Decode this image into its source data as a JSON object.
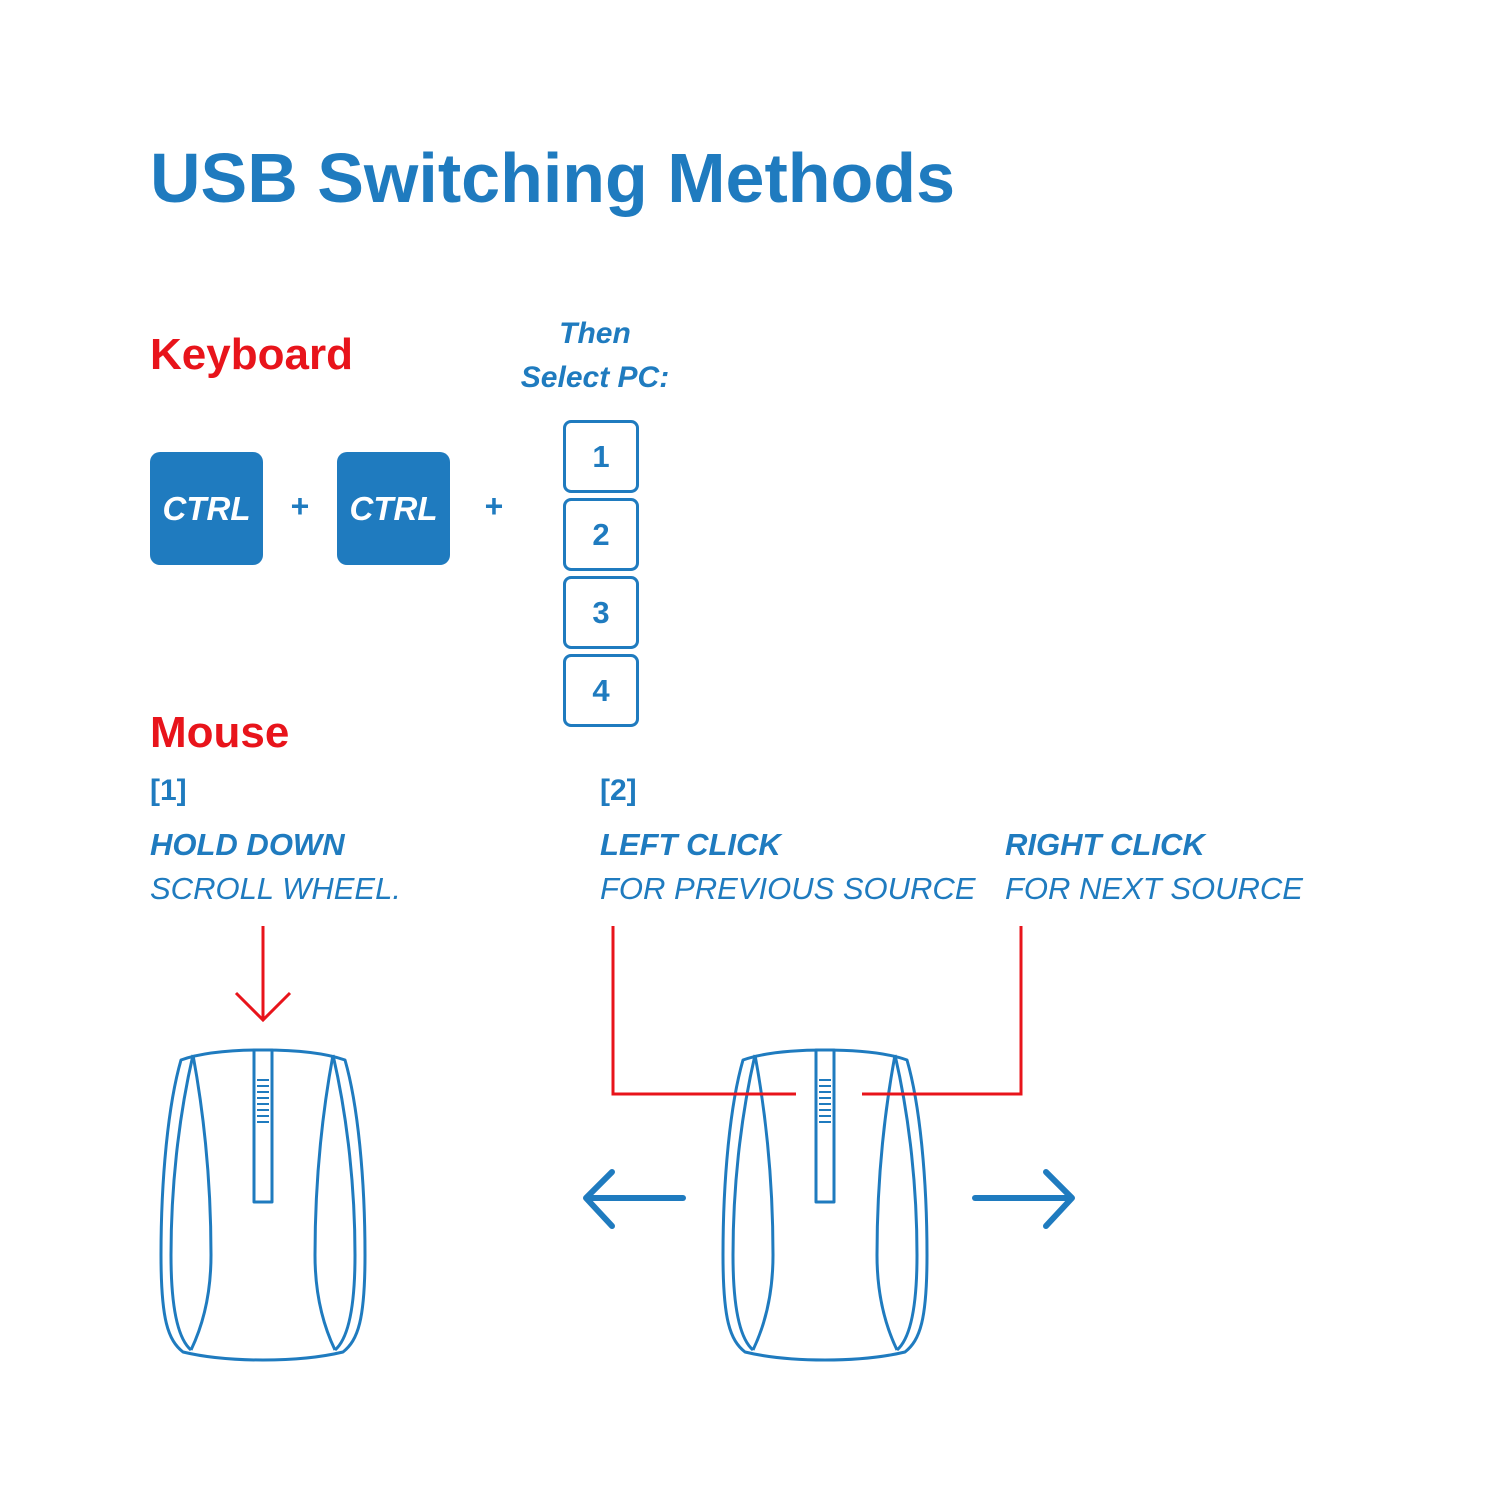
{
  "title": "USB Switching Methods",
  "keyboard": {
    "heading": "Keyboard",
    "keys": [
      "CTRL",
      "CTRL"
    ],
    "plus": [
      "+",
      "+"
    ],
    "then_line1": "Then",
    "then_line2": "Select PC:",
    "pc_keys": [
      "1",
      "2",
      "3",
      "4"
    ]
  },
  "mouse": {
    "heading": "Mouse",
    "method1": {
      "step": "[1]",
      "bold": "HOLD DOWN",
      "text": "SCROLL WHEEL."
    },
    "method2": {
      "step": "[2]",
      "left_bold": "LEFT CLICK",
      "left_text": "FOR PREVIOUS SOURCE",
      "right_bold": "RIGHT CLICK",
      "right_text": "FOR NEXT SOURCE"
    }
  },
  "colors": {
    "blue": "#1f7bbf",
    "red": "#e8141b"
  },
  "icons": [
    "mouse-icon",
    "down-arrow-icon",
    "left-arrow-icon",
    "right-arrow-icon"
  ]
}
